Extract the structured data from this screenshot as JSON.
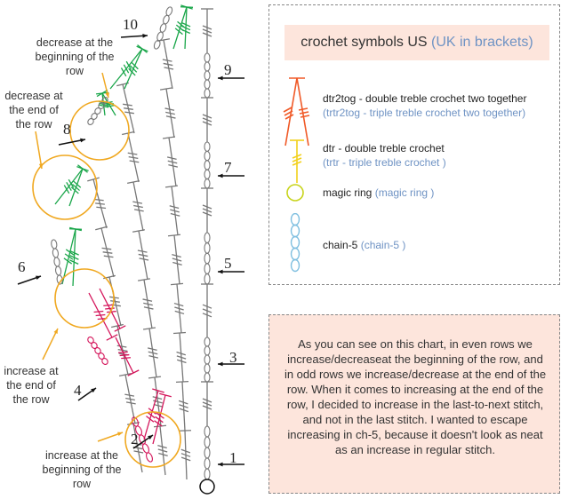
{
  "diagram": {
    "type": "crochet-chart",
    "row_numbers": [
      "1",
      "2",
      "3",
      "4",
      "5",
      "6",
      "7",
      "8",
      "9",
      "10"
    ],
    "annotations": {
      "decrease_beginning": "decrease at the beginning of the row",
      "decrease_end": "decrease at the end of the row",
      "increase_end": "increase at the end of the row",
      "increase_beginning": "increase at the beginning of the row"
    },
    "colors": {
      "stitch": "#777777",
      "increase": "#d4145a",
      "decrease": "#1aa64a",
      "highlight_circle": "#f0a820",
      "arrow": "#111111"
    }
  },
  "legend": {
    "title_us": "crochet symbols US",
    "title_uk": "(UK in brackets)",
    "items": [
      {
        "icon": "dtr2tog-symbol",
        "color": "#f05a28",
        "us": "dtr2tog - double treble crochet two together",
        "uk": "(trtr2tog - triple treble crochet two together)"
      },
      {
        "icon": "dtr-symbol",
        "color": "#f2d01c",
        "us": "dtr - double treble crochet",
        "uk": "(trtr - triple treble crochet )"
      },
      {
        "icon": "magic-ring-symbol",
        "color": "#c8d41c",
        "us": "magic ring",
        "uk": "(magic ring )"
      },
      {
        "icon": "chain-5-symbol",
        "color": "#7fbfe0",
        "us": "chain-5",
        "uk": "(chain-5 )"
      }
    ]
  },
  "note": {
    "text": "As you can see on this chart, in even rows we increase/decreaseat the beginning of the row, and in odd rows we increase/decrease at the end of the row. When it comes to increasing at the end of the row, I decided to increase in the last-to-next stitch, and not in the last stitch. I wanted to escape increasing in ch-5, because it doesn't look as neat as an increase in regular stitch."
  }
}
